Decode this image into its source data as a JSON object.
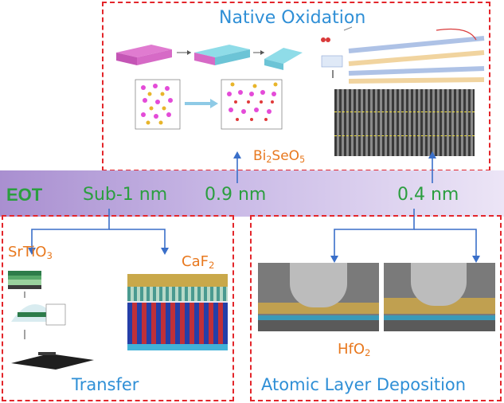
{
  "top": {
    "title": "Native Oxidation",
    "material": {
      "base": "Bi",
      "sub1": "2",
      "mid": "SeO",
      "sub2": "5"
    }
  },
  "eot": {
    "label": "EOT",
    "values": [
      "Sub-1 nm",
      "0.9 nm",
      "0.4 nm"
    ]
  },
  "left": {
    "title": "Transfer",
    "mat1": {
      "base": "SrTiO",
      "sub": "3"
    },
    "mat2": {
      "base": "CaF",
      "sub": "2"
    }
  },
  "right": {
    "title": "Atomic Layer Deposition",
    "material": {
      "base": "HfO",
      "sub": "2"
    }
  },
  "colors": {
    "dash": "#e3262b",
    "title": "#2f8fd6",
    "material": "#e8781e",
    "eot": "#2b9e3f",
    "arrow": "#3a6fc9"
  }
}
